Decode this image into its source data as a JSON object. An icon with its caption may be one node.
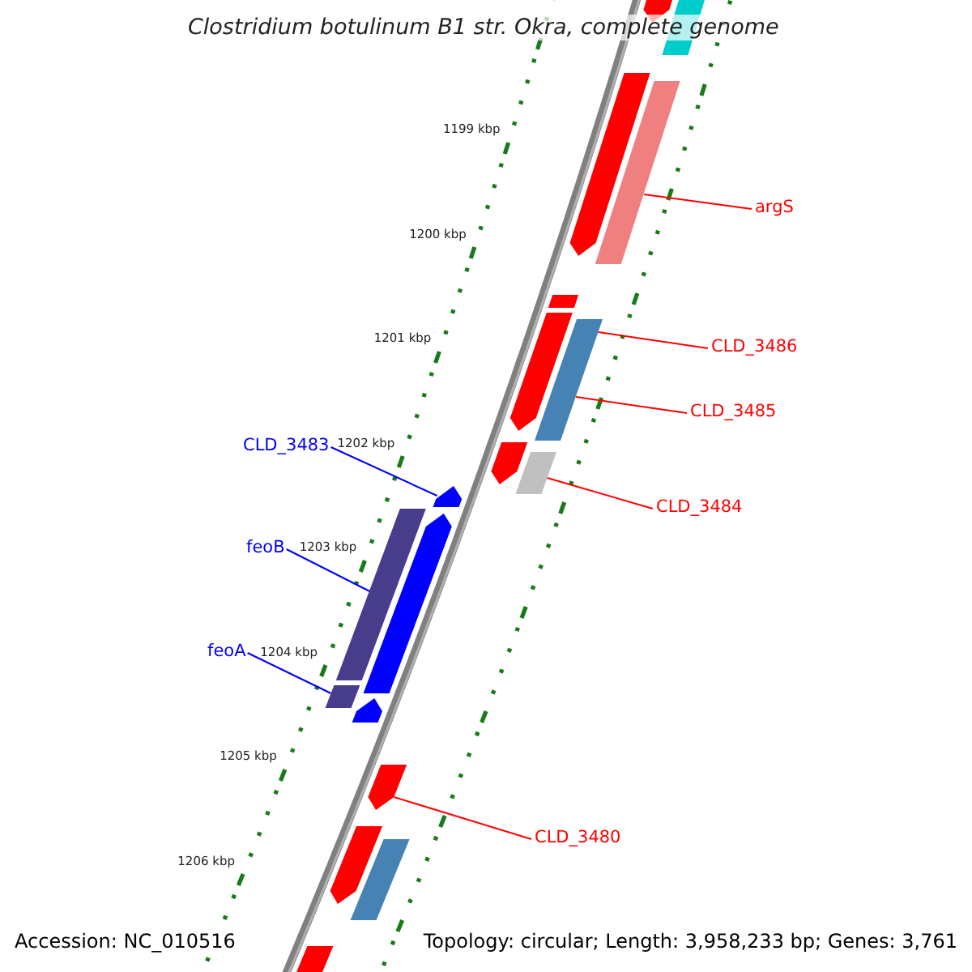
{
  "diagram": {
    "title": "Clostridium botulinum B1 str. Okra, complete genome",
    "nodes": [
      {
        "text": [],
        "shape": "pentagon"
      },
      {
        "text": [],
        "shape": "bar"
      },
      {
        "text": [],
        "shape": "pentagon"
      },
      {
        "text": [],
        "shape": "bar"
      },
      {
        "text": [
          "argS"
        ]
      },
      {
        "text": [],
        "shape": "bar"
      },
      {
        "text": [],
        "shape": "pentagon"
      },
      {
        "text": [],
        "shape": "bar"
      },
      {
        "text": [
          "CLD_3486"
        ]
      },
      {
        "text": [
          "CLD_3485"
        ]
      },
      {
        "text": [
          "CLD_3483"
        ]
      },
      {
        "text": [],
        "shape": "pentagon"
      },
      {
        "text": [],
        "shape": "bar"
      },
      {
        "text": [],
        "shape": "pentagon"
      },
      {
        "text": [
          "CLD_3484"
        ]
      },
      {
        "text": [],
        "shape": "bar"
      },
      {
        "text": [],
        "shape": "pentagon"
      },
      {
        "text": [
          "feoB"
        ]
      },
      {
        "text": [
          "feoA"
        ]
      },
      {
        "text": [],
        "shape": "bar"
      },
      {
        "text": [],
        "shape": "pentagon"
      },
      {
        "text": [],
        "shape": "pentagon"
      },
      {
        "text": [
          "CLD_3480"
        ]
      },
      {
        "text": [],
        "shape": "pentagon"
      },
      {
        "text": [],
        "shape": "bar"
      },
      {
        "text": [],
        "shape": "pentagon"
      }
    ],
    "edges": [
      {
        "from": 4,
        "to": 3,
        "arrow": "none"
      },
      {
        "from": 8,
        "to": 7,
        "arrow": "none"
      },
      {
        "from": 9,
        "to": 7,
        "arrow": "none"
      },
      {
        "from": 10,
        "to": 13,
        "arrow": "none",
        "color": "#0000ff"
      },
      {
        "from": 14,
        "to": 12,
        "arrow": "none"
      },
      {
        "from": 17,
        "to": 15,
        "arrow": "none",
        "color": "#0000ff"
      },
      {
        "from": 18,
        "to": 19,
        "arrow": "none",
        "color": "#0000ff"
      },
      {
        "from": 22,
        "to": 21,
        "arrow": "none"
      }
    ],
    "labels": [
      "1199 kbp",
      "1200 kbp",
      "1201 kbp",
      "1202 kbp",
      "1203 kbp",
      "1204 kbp",
      "1205 kbp",
      "1206 kbp",
      "Accession: NC_010516",
      "Topology: circular; Length: 3,958,233 bp; Genes: 3,761"
    ]
  }
}
